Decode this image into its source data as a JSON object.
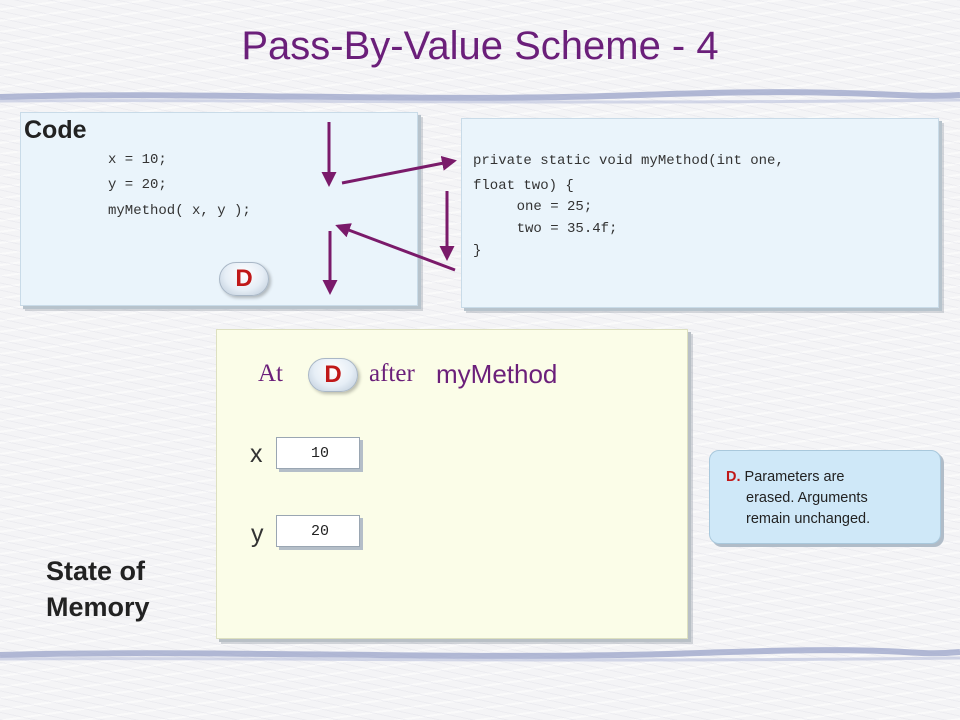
{
  "slide": {
    "title": "Pass-By-Value Scheme - 4"
  },
  "code_panel": {
    "heading": "Code",
    "lines": [
      "x = 10;",
      "y = 20;",
      "myMethod( x, y );"
    ],
    "step": "D"
  },
  "method_panel": {
    "lines": [
      "private static void myMethod(int one,",
      "float two) {",
      "    one = 25;",
      "    two = 35.4f;",
      "}"
    ]
  },
  "memory_panel": {
    "at_label": "At",
    "step": "D",
    "after_label": "after",
    "method_name": "myMethod",
    "variables": [
      {
        "name": "x",
        "value": "10"
      },
      {
        "name": "y",
        "value": "20"
      }
    ]
  },
  "state_label_line1": "State of",
  "state_label_line2": "Memory",
  "note": {
    "key": "D.",
    "text_line1": "Parameters are",
    "text_line2": "erased. Arguments",
    "text_line3": "remain unchanged."
  },
  "colors": {
    "title": "#6b1f7a",
    "arrow": "#7a1a6a",
    "step_badge": "#c01818"
  }
}
